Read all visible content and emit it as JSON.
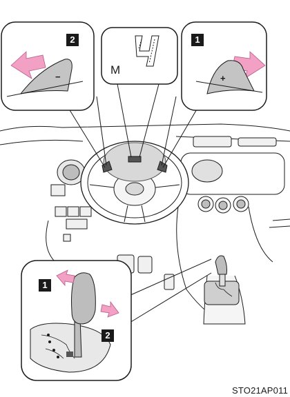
{
  "callouts": {
    "left_paddle": {
      "badge": "2",
      "sign": "−"
    },
    "right_paddle": {
      "badge": "1",
      "sign": "+"
    },
    "shift_lever": {
      "up_badge": "1",
      "down_badge": "2"
    }
  },
  "meter": {
    "mode_label": "M",
    "gear": "4"
  },
  "caption": "STO21AP011",
  "colors": {
    "arrow": "#f2a0c4",
    "arrow_stroke": "#b85a8a",
    "line": "#1a1a1a",
    "panel_gray": "#c8c8c8"
  }
}
